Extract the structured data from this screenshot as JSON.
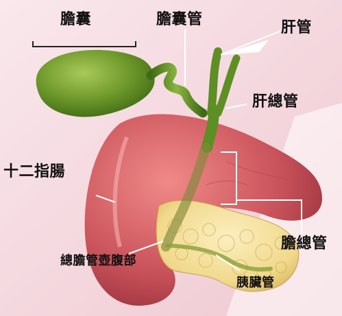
{
  "labels": {
    "gallbladder": "膽囊",
    "cystic_duct": "膽囊管",
    "hepatic_duct": "肝管",
    "common_hepatic_duct": "肝總管",
    "duodenum": "十二指腸",
    "common_bile_duct": "膽總管",
    "ampulla": "總膽管壺腹部",
    "pancreatic_duct": "胰臟管"
  },
  "colors": {
    "background": "#f6dde2",
    "gallbladder": "#6f9a2b",
    "duct": "#5d8f24",
    "duodenum": "#c9525a",
    "pancreas": "#f1d98c",
    "leader_line": "#ffffff"
  }
}
